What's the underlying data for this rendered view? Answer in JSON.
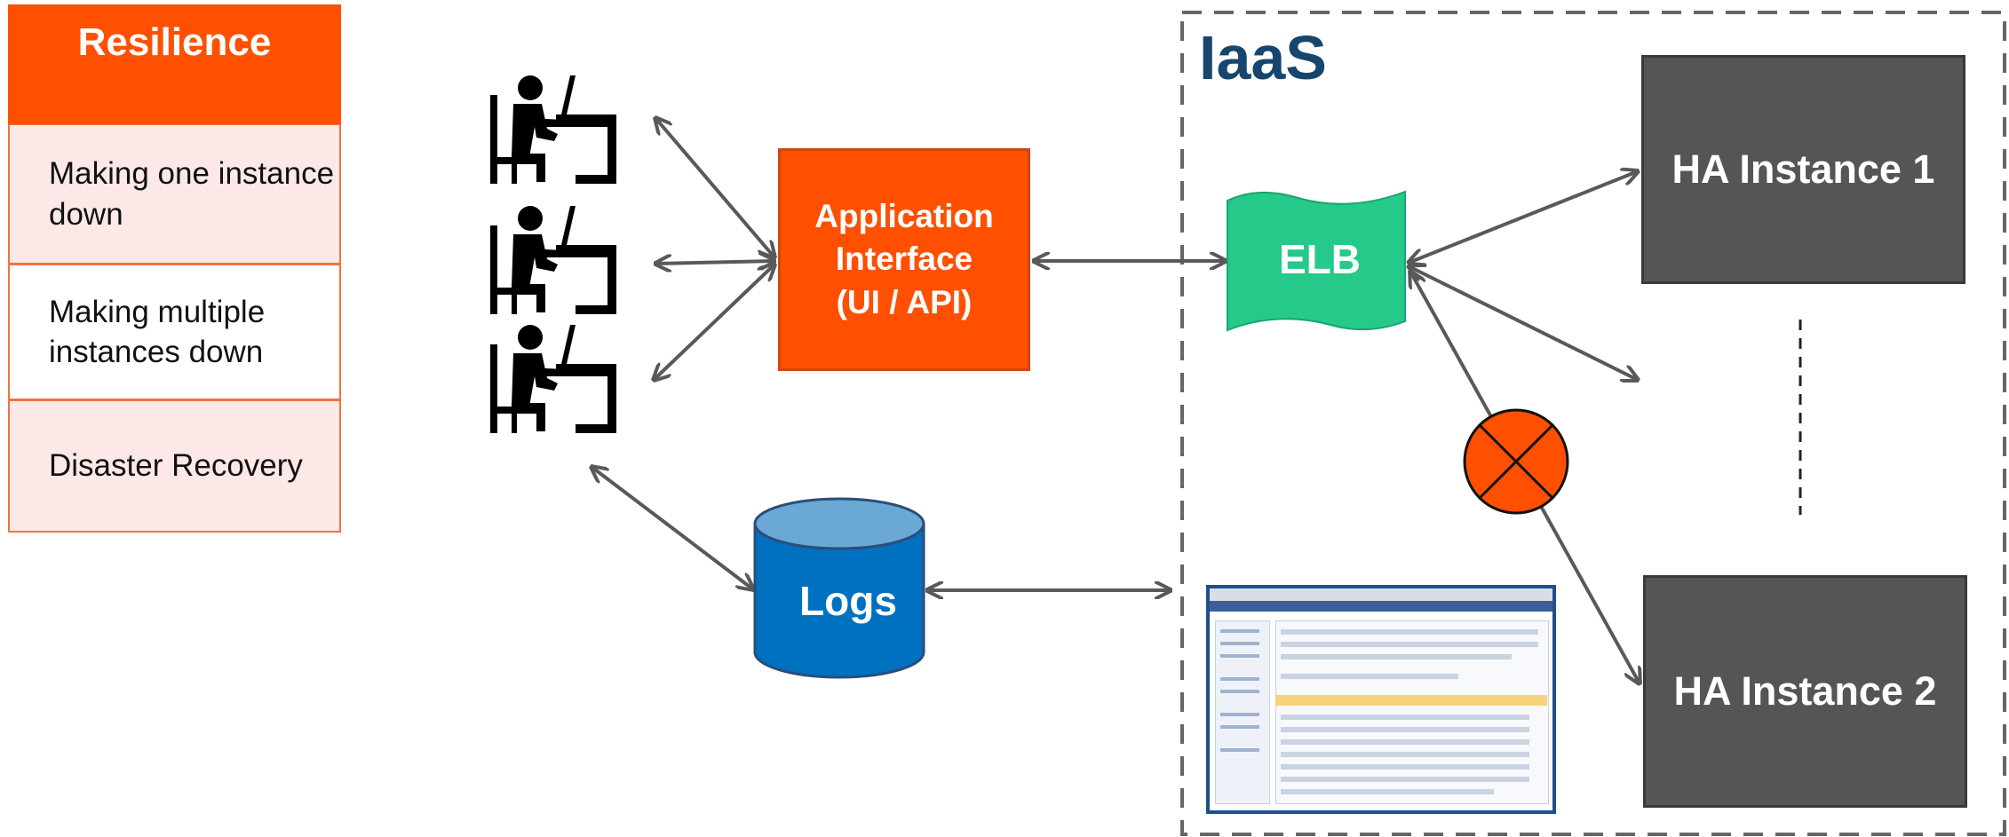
{
  "resilience": {
    "title": "Resilience",
    "items": [
      "Making one instance down",
      "Making multiple instances down",
      "Disaster Recovery"
    ]
  },
  "app_interface": {
    "line1": "Application",
    "line2": "Interface",
    "line3": "(UI /  API)"
  },
  "iaas": {
    "title": "IaaS"
  },
  "elb": {
    "label": "ELB"
  },
  "logs": {
    "label": "Logs"
  },
  "ha_instances": [
    "HA Instance 1",
    "HA Instance 2"
  ],
  "colors": {
    "orange": "#fe5000",
    "pink": "#fde8e8",
    "elb_green": "#25c98a",
    "logs_blue": "#0070c0",
    "logs_top": "#6aa9d6",
    "ha_gray": "#555555",
    "arrow_gray": "#595959",
    "iaas_title": "#16466e",
    "failure_x": "#fe5000"
  },
  "icons": [
    "user-at-laptop-icon",
    "user-at-laptop-icon",
    "user-at-laptop-icon",
    "database-icon",
    "failure-x-icon",
    "management-console-screenshot"
  ]
}
